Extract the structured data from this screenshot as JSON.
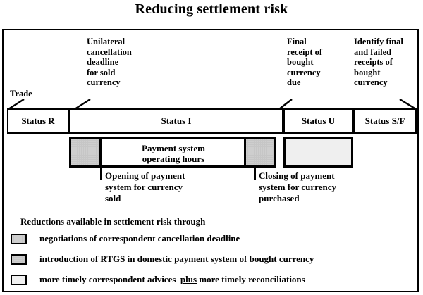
{
  "title": "Reducing settlement risk",
  "timeline": {
    "callouts": [
      {
        "id": "trade",
        "text": "Trade"
      },
      {
        "id": "unilateral",
        "text": "Unilateral\ncancellation\ndeadline\nfor sold\ncurrency"
      },
      {
        "id": "final-receipt",
        "text": "Final\nreceipt of\nbought\ncurrency\ndue"
      },
      {
        "id": "identify-final",
        "text": "Identify final\nand failed\nreceipts of\nbought\ncurrency"
      }
    ],
    "status_boxes": [
      {
        "id": "status-r",
        "label": "Status R"
      },
      {
        "id": "status-i",
        "label": "Status I"
      },
      {
        "id": "status-u",
        "label": "Status U"
      },
      {
        "id": "status-sf",
        "label": "Status S/F"
      }
    ],
    "band_label": "Payment system\noperating hours",
    "lower_notes": [
      {
        "id": "opening",
        "text": "Opening of payment\nsystem for currency\nsold"
      },
      {
        "id": "closing",
        "text": "Closing of payment\nsystem for currency\npurchased"
      }
    ]
  },
  "legend": {
    "heading": "Reductions available in settlement risk through",
    "items": [
      {
        "swatch": "gray",
        "text": "negotiations of correspondent cancellation deadline"
      },
      {
        "swatch": "gray",
        "text": "introduction of RTGS in domestic payment system of bought currency"
      },
      {
        "swatch": "light",
        "text_before": "more timely correspondent advices  ",
        "text_emph": "plus",
        "text_after": " more timely reconciliations"
      }
    ]
  },
  "colors": {
    "gray_fill": "#c6c6c6",
    "light_fill": "#efefef",
    "stroke": "#000000",
    "background": "#ffffff"
  }
}
